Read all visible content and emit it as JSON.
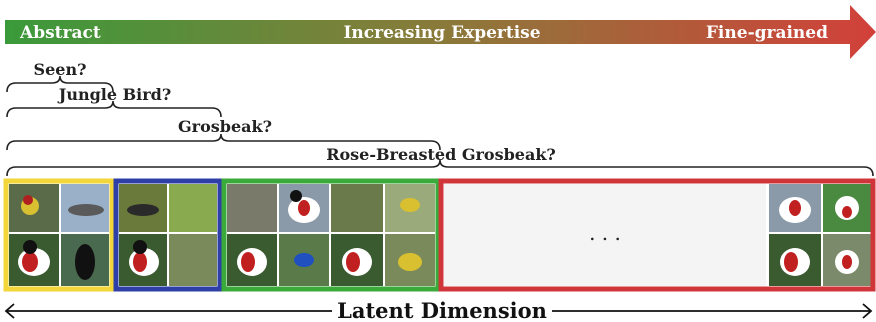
{
  "arrow": {
    "left_label": "Abstract",
    "center_label": "Increasing Expertise",
    "right_label": "Fine-grained",
    "gradient_start": "#3a9a3a",
    "gradient_end": "#d2403a"
  },
  "questions": [
    {
      "label": "Seen?"
    },
    {
      "label": "Jungle Bird?"
    },
    {
      "label": "Grosbeak?"
    },
    {
      "label": "Rose-Breasted Grosbeak?"
    }
  ],
  "groups": [
    {
      "border_color": "#f2d63a"
    },
    {
      "border_color": "#2f3fa8"
    },
    {
      "border_color": "#3aaa3a"
    },
    {
      "border_color": "#d0353a"
    }
  ],
  "ellipsis": ". . .",
  "axis": {
    "label": "Latent Dimension"
  }
}
